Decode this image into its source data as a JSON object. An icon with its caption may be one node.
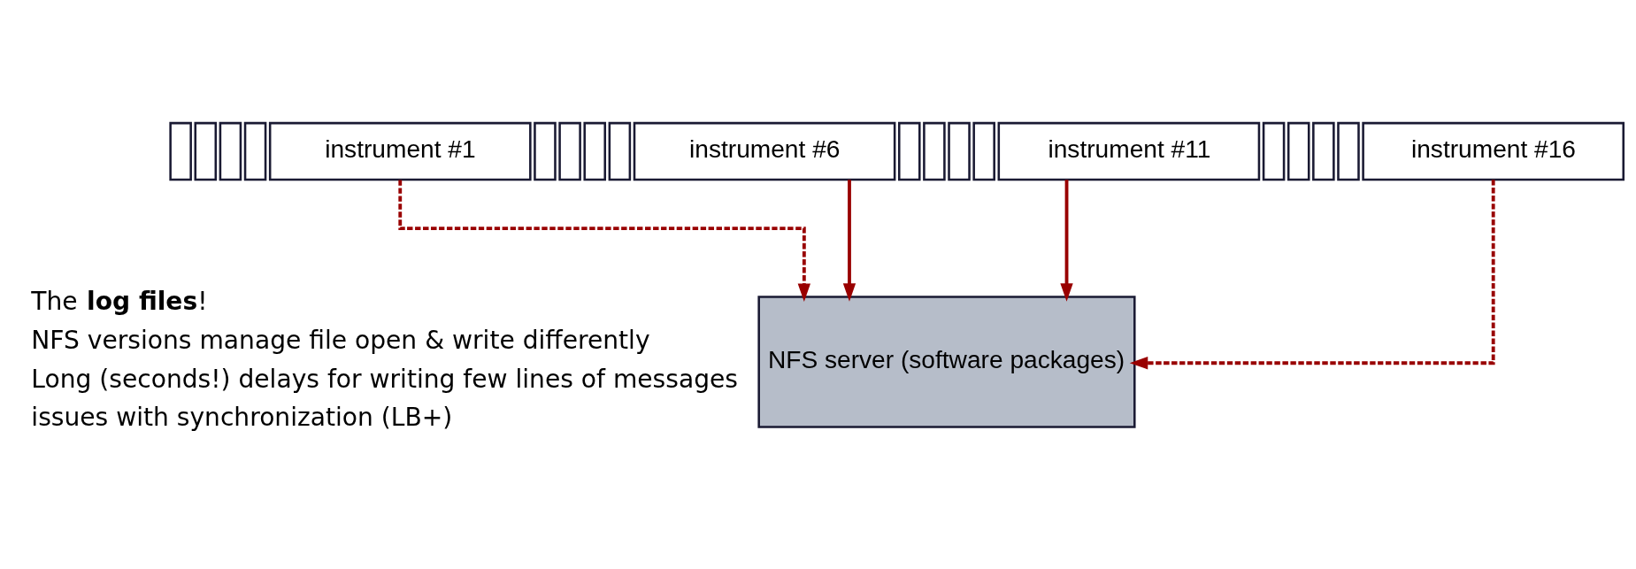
{
  "diagram": {
    "nodes": [
      {
        "text": [],
        "shape": "box"
      },
      {
        "text": [],
        "shape": "box"
      },
      {
        "text": [],
        "shape": "box"
      },
      {
        "text": [],
        "shape": "box"
      },
      {
        "text": [
          "instrument #1"
        ]
      },
      {
        "text": [],
        "shape": "box"
      },
      {
        "text": [],
        "shape": "box"
      },
      {
        "text": [],
        "shape": "box"
      },
      {
        "text": [],
        "shape": "box"
      },
      {
        "text": [
          "instrument #6"
        ]
      },
      {
        "text": [],
        "shape": "box"
      },
      {
        "text": [],
        "shape": "box"
      },
      {
        "text": [],
        "shape": "box"
      },
      {
        "text": [],
        "shape": "box"
      },
      {
        "text": [
          "instrument #11"
        ]
      },
      {
        "text": [],
        "shape": "box"
      },
      {
        "text": [],
        "shape": "box"
      },
      {
        "text": [],
        "shape": "box"
      },
      {
        "text": [],
        "shape": "box"
      },
      {
        "text": [
          "instrument #16"
        ]
      },
      {
        "text": [
          "NFS server (software packages)"
        ]
      }
    ],
    "edges": [
      {
        "from": 4,
        "to": 20,
        "arrow": "to",
        "style": "dashed",
        "color": "#990000"
      },
      {
        "from": 9,
        "to": 20,
        "arrow": "to",
        "color": "#990000"
      },
      {
        "from": 14,
        "to": 20,
        "arrow": "to",
        "color": "#990000"
      },
      {
        "from": 19,
        "to": 20,
        "arrow": "to",
        "style": "dashed",
        "color": "#990000"
      }
    ],
    "labels": [
      "The **log files**!",
      "NFS versions manage file open & write differently",
      "Long (seconds!) delays for writing few lines of messages",
      "issues with synchronization (LB+)"
    ]
  }
}
